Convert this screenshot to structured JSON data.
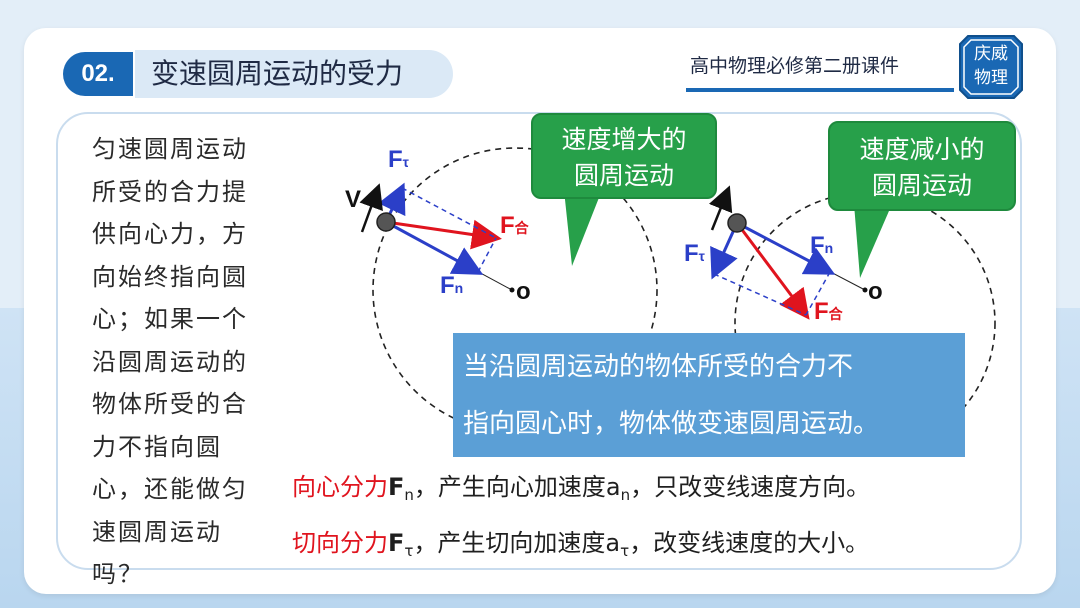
{
  "header": {
    "section_number": "02.",
    "section_title": "变速圆周运动的受力",
    "course_title": "高中物理必修第二册课件",
    "badge_line1": "庆威",
    "badge_line2": "物理"
  },
  "question_text": "匀速圆周运动所受的合力提供向心力，方向始终指向圆心；如果一个沿圆周运动的物体所受的合力不指向圆心，还能做匀速圆周运动吗？",
  "callouts": {
    "speed_up_line1": "速度增大的",
    "speed_up_line2": "圆周运动",
    "slow_down_line1": "速度减小的",
    "slow_down_line2": "圆周运动"
  },
  "diagram_labels": {
    "v": "V",
    "F": "F",
    "tau": "τ",
    "n": "n",
    "he": "合",
    "o": "o"
  },
  "conclusion": {
    "line1": "当沿圆周运动的物体所受的合力不",
    "line2": "指向圆心时，物体做变速圆周运动。"
  },
  "bottom_lines": {
    "l1_red": "向心分力",
    "l1_F": "F",
    "l1_sub": "n",
    "l1_mid": "，产生向心加速度a",
    "l1_sub2": "n",
    "l1_end": "，只改变线速度方向。",
    "l2_red": "切向分力",
    "l2_F": "F",
    "l2_sub": "τ",
    "l2_mid": "，产生切向加速度a",
    "l2_sub2": "τ",
    "l2_end": "，改变线速度的大小。"
  },
  "colors": {
    "accent_blue": "#1a68b4",
    "callout_green": "#27a04a",
    "conclusion_blue": "#5b9fd6",
    "force_red": "#e0141e",
    "force_blue": "#2b3fc8"
  }
}
